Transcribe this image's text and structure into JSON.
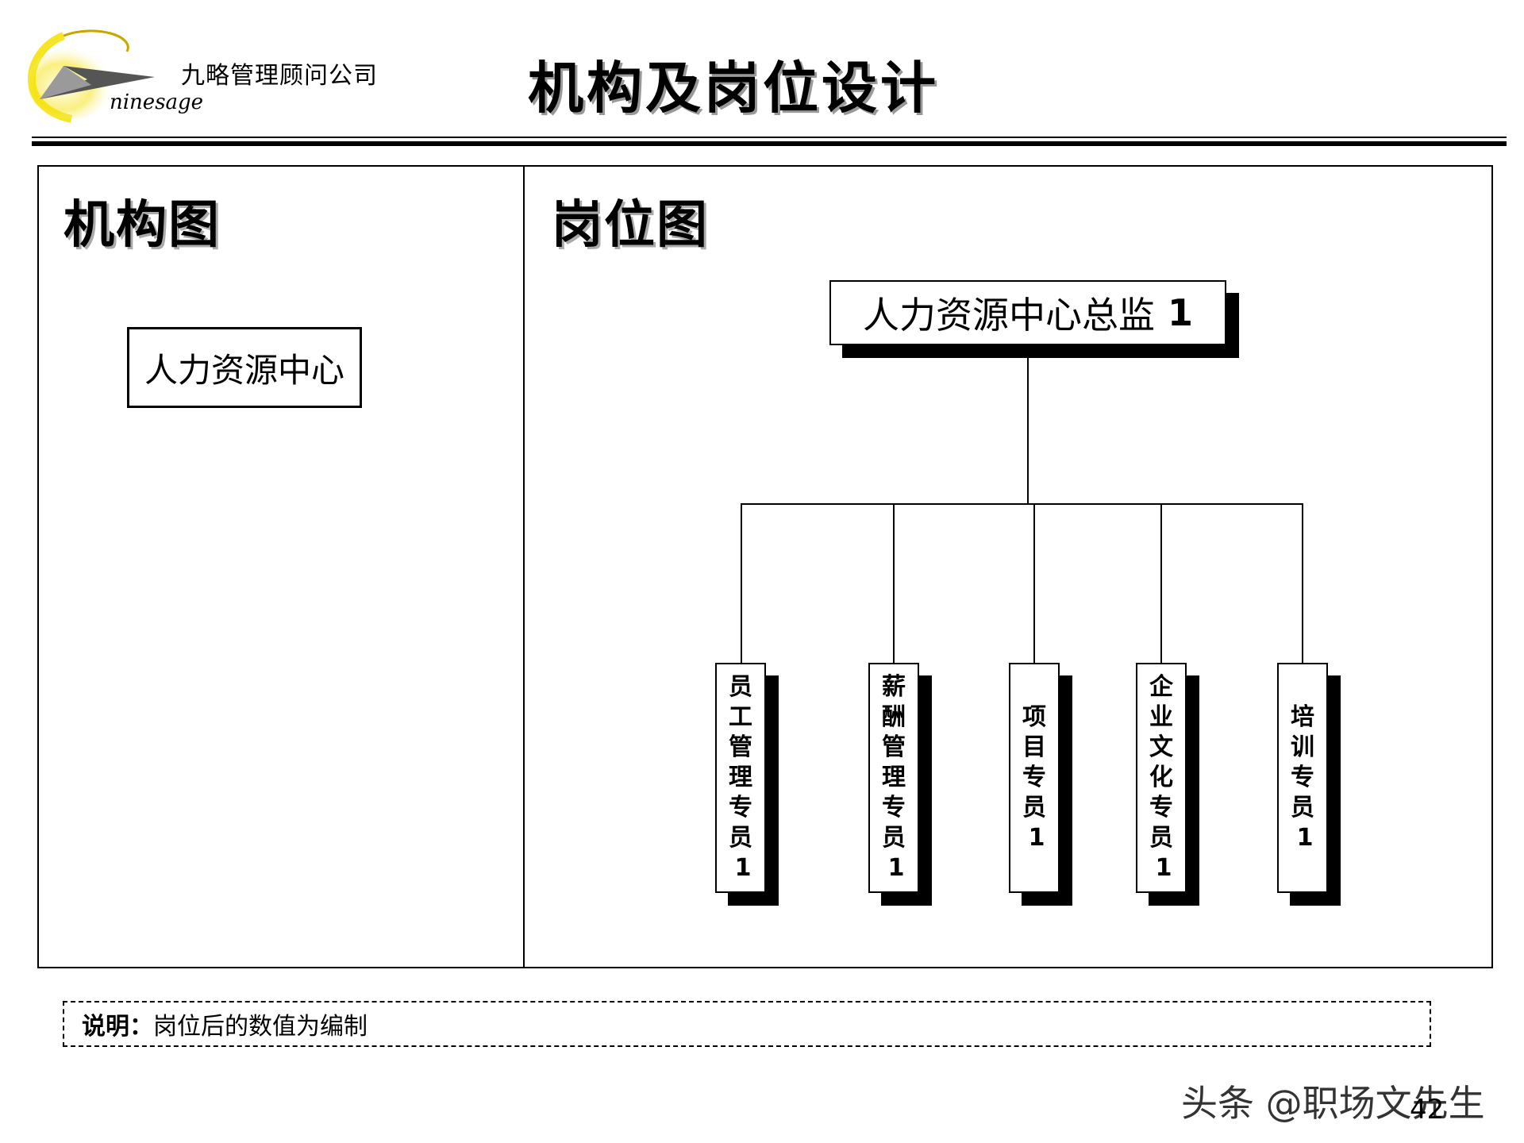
{
  "header": {
    "company": "九略管理顾问公司",
    "logo_text": "ninesage",
    "title": "机构及岗位设计"
  },
  "left_panel": {
    "title": "机构图",
    "org_unit": "人力资源中心"
  },
  "right_panel": {
    "title": "岗位图",
    "top_position": {
      "name": "人力资源中心总监",
      "count": "1"
    },
    "positions": [
      {
        "name": "员工管理专员",
        "count": "1"
      },
      {
        "name": "薪酬管理专员",
        "count": "1"
      },
      {
        "name": "项目专员",
        "count": "1"
      },
      {
        "name": "企业文化专员",
        "count": "1"
      },
      {
        "name": "培训专员",
        "count": "1"
      }
    ]
  },
  "note": {
    "label": "说明：",
    "text": "岗位后的数值为编制"
  },
  "footer": {
    "watermark": "头条 @职场文先生",
    "page_number": "42"
  },
  "colors": {
    "logo_yellow": "#f5e000",
    "logo_silver": "#555555",
    "shadow": "#000000"
  }
}
